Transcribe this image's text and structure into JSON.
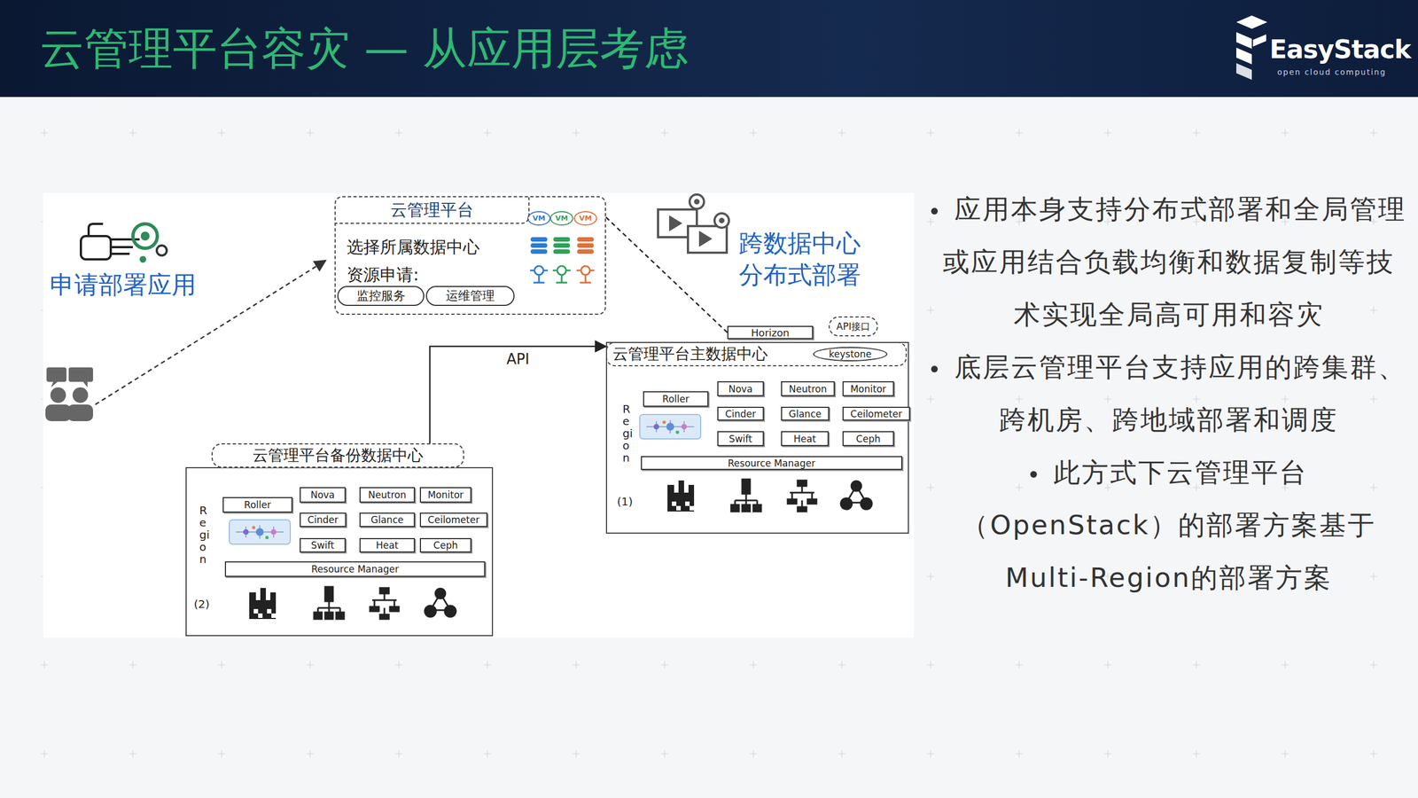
{
  "diagram": {
    "title": "云管理平台容灾 — 从应用层考虑",
    "nodes": [
      {
        "text": [
          "云管理平台",
          "选择所属数据中心",
          "资源申请:"
        ]
      },
      {
        "text": [
          "监控服务"
        ],
        "in": 0
      },
      {
        "text": [
          "运维管理"
        ],
        "in": 0
      },
      {
        "text": [
          "云管理平台主数据中心"
        ]
      },
      {
        "text": [
          "Horizon"
        ],
        "in": 3
      },
      {
        "text": [
          "API接口"
        ],
        "in": 3
      },
      {
        "text": [
          "keystone"
        ],
        "in": 3
      },
      {
        "text": [
          "Roller"
        ],
        "in": 3
      },
      {
        "text": [
          "Nova"
        ],
        "in": 3
      },
      {
        "text": [
          "Neutron"
        ],
        "in": 3
      },
      {
        "text": [
          "Monitor"
        ],
        "in": 3
      },
      {
        "text": [
          "Cinder"
        ],
        "in": 3
      },
      {
        "text": [
          "Glance"
        ],
        "in": 3
      },
      {
        "text": [
          "Ceilometer"
        ],
        "in": 3
      },
      {
        "text": [
          "Swift"
        ],
        "in": 3
      },
      {
        "text": [
          "Heat"
        ],
        "in": 3
      },
      {
        "text": [
          "Ceph"
        ],
        "in": 3
      },
      {
        "text": [
          "Resource Manager"
        ],
        "in": 3
      },
      {
        "text": [
          "云管理平台备份数据中心"
        ]
      },
      {
        "text": [
          "Roller"
        ],
        "in": 18
      },
      {
        "text": [
          "Nova"
        ],
        "in": 18
      },
      {
        "text": [
          "Neutron"
        ],
        "in": 18
      },
      {
        "text": [
          "Monitor"
        ],
        "in": 18
      },
      {
        "text": [
          "Cinder"
        ],
        "in": 18
      },
      {
        "text": [
          "Glance"
        ],
        "in": 18
      },
      {
        "text": [
          "Ceilometer"
        ],
        "in": 18
      },
      {
        "text": [
          "Swift"
        ],
        "in": 18
      },
      {
        "text": [
          "Heat"
        ],
        "in": 18
      },
      {
        "text": [
          "Ceph"
        ],
        "in": 18
      },
      {
        "text": [
          "Resource Manager"
        ],
        "in": 18
      }
    ],
    "edges": [
      {
        "from": 0,
        "to": 4,
        "arrow": "none"
      },
      {
        "from": 18,
        "to": 3,
        "label": "API",
        "arrow": "to"
      }
    ],
    "labels": [
      "EasyStack",
      "open cloud computing",
      "VM",
      "VM",
      "VM",
      "申请部署应用",
      "跨数据中心 分布式部署",
      "Region",
      "(1)",
      "Region",
      "(2)",
      "应用本身支持分布式部署和全局管理或应用结合负载均衡和数据复制等技术实现全局高可用和容灾",
      "底层云管理平台支持应用的跨集群、跨机房、跨地域部署和调度",
      "此方式下云管理平台（OpenStack）的部署方案基于Multi-Region的部署方案"
    ]
  }
}
